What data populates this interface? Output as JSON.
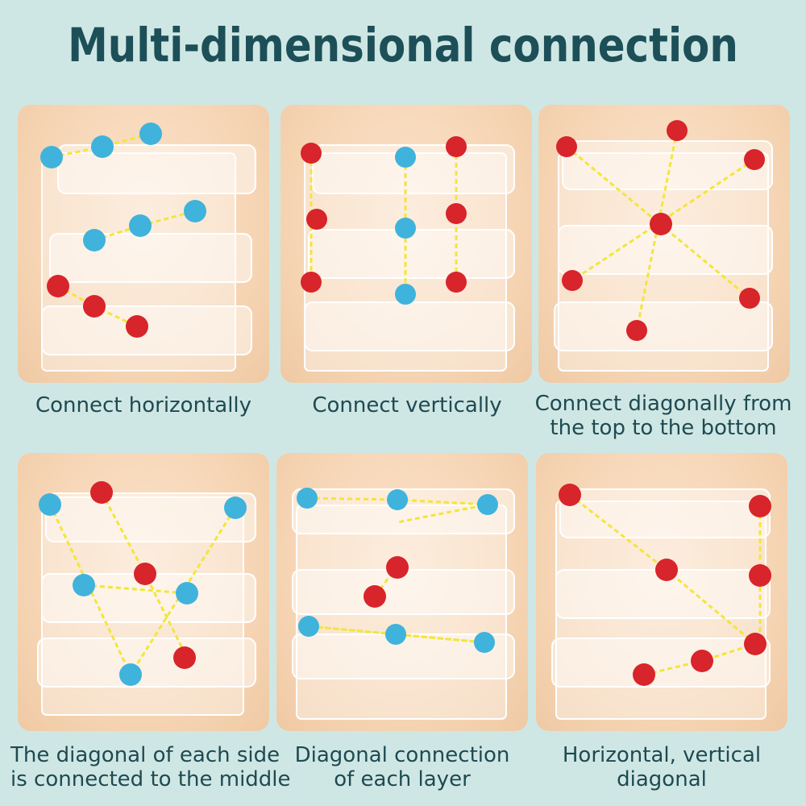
{
  "title": "Multi-dimensional connection",
  "colors": {
    "background": "#cfe7e4",
    "panel": "#f5d3b1",
    "title": "#1d4f58",
    "caption": "#1e4a52",
    "red_ball": "#d8242b",
    "blue_ball": "#3fb3dc",
    "guide_line": "#f2e63a"
  },
  "panels": [
    {
      "caption_lines": [
        "Connect horizontally"
      ]
    },
    {
      "caption_lines": [
        "Connect vertically"
      ]
    },
    {
      "caption_lines": [
        "Connect diagonally from",
        "the top to the bottom"
      ]
    },
    {
      "caption_lines": [
        "The diagonal of each side",
        "is connected to the middle"
      ]
    },
    {
      "caption_lines": [
        "Diagonal connection",
        "of each layer"
      ]
    },
    {
      "caption_lines": [
        "Horizontal, vertical",
        "diagonal"
      ]
    }
  ]
}
